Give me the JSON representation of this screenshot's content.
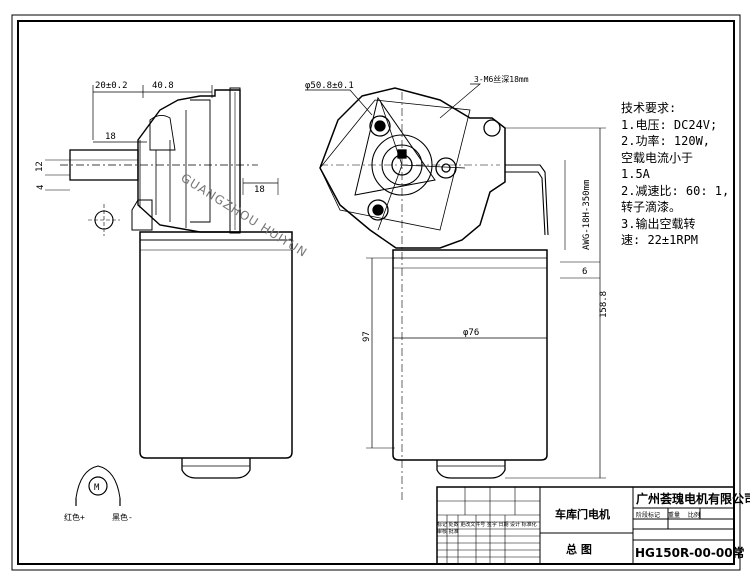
{
  "drawing": {
    "dimensions": {
      "shaft_offset": "20±0.2",
      "flange_len": "40.8",
      "dim_18_top": "18",
      "dim_12": "12",
      "dim_4": "4",
      "dim_18_side": "18",
      "bolt_circle": "φ50.8±0.1",
      "screw_note": "3-M6丝深18mm",
      "wire": "AWG-18H-350mm",
      "dim_6": "6",
      "height_total": "158.8",
      "body_len": "97",
      "diameter": "φ76"
    },
    "watermark": "GUANGZHOU HUIYUN",
    "wiring_labels": {
      "red": "红色+",
      "black": "黑色-"
    },
    "motor_symbol": "M"
  },
  "spec": {
    "heading": "技术要求:",
    "lines": [
      "1.电压: DC24V;",
      "2.功率: 120W,",
      "空载电流小于",
      "1.5A",
      "2.减速比: 60: 1,",
      "转子滴漆。",
      "3.输出空载转",
      "速: 22±1RPM"
    ]
  },
  "title_block": {
    "company": "广州荟瑰电机有限公司",
    "product_name": "车库门电机",
    "drawing_type": "总 图",
    "drawing_no": "HG150R-00-00常",
    "small_labels": [
      "标记",
      "处数",
      "更改文件号",
      "签字",
      "日期",
      "设计",
      "标准化",
      "审核",
      "批准",
      "阶段标记",
      "重量",
      "比例"
    ]
  }
}
